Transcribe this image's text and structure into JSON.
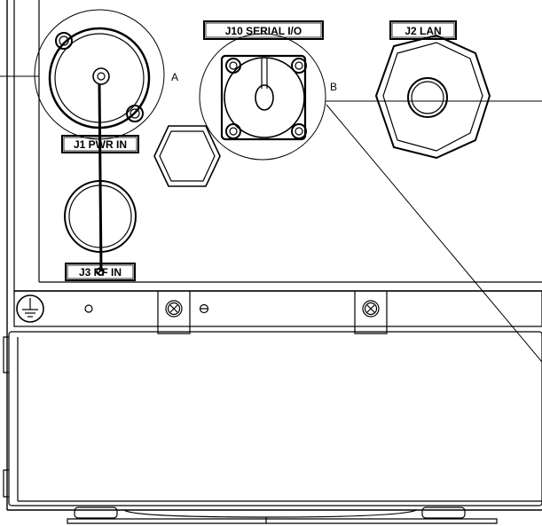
{
  "labels": {
    "j1": "J1 PWR IN",
    "j3": "J3 RF IN",
    "j10": "J10 SERIAL I/O",
    "j2": "J2 LAN"
  },
  "callouts": {
    "a": "A",
    "b": "B"
  },
  "icons": {
    "ground": "ground-symbol-icon",
    "screw": "phillips-screw-icon"
  },
  "colors": {
    "line": "#000000",
    "background": "#ffffff"
  }
}
